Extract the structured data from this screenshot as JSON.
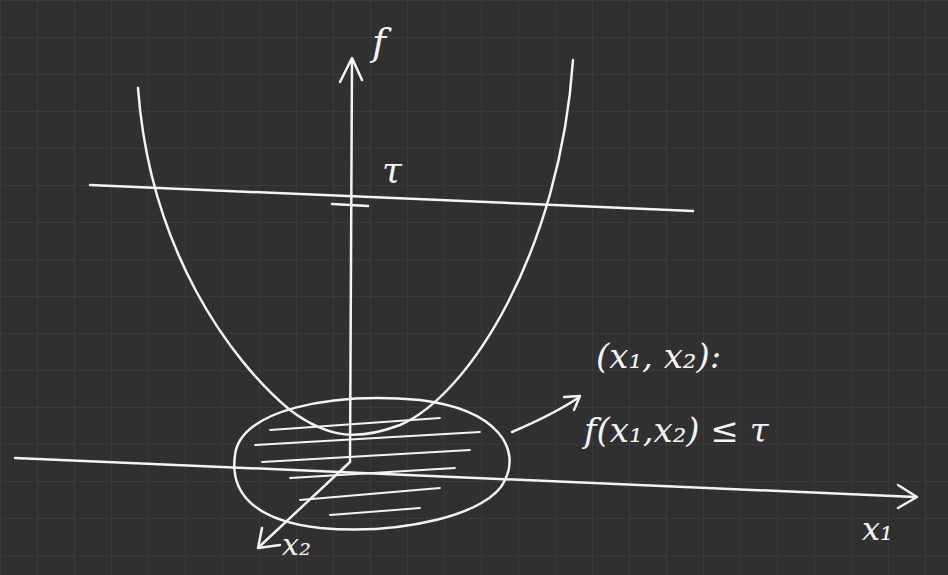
{
  "diagram": {
    "labels": [
      "f",
      "τ",
      "(x₁, x₂):",
      "f(x₁,x₂) ≤ τ",
      "x₁",
      "x₂"
    ]
  }
}
